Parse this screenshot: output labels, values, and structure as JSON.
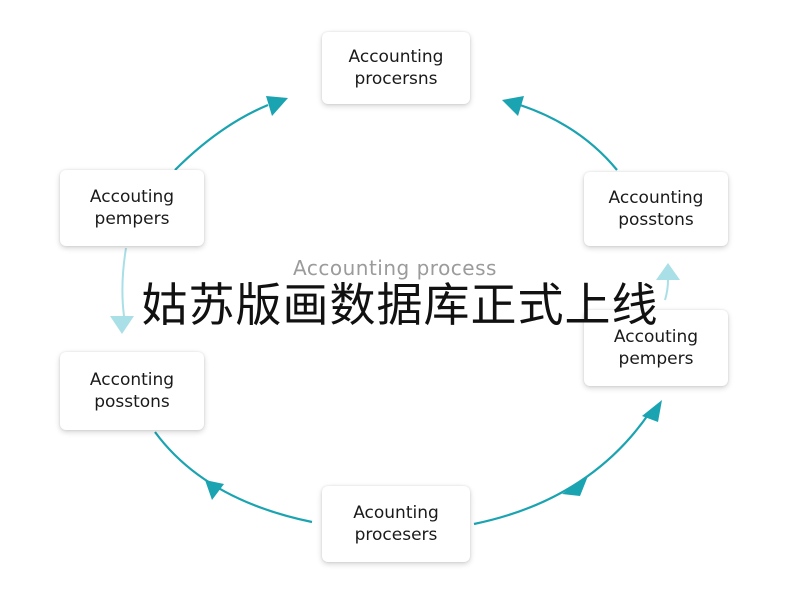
{
  "diagram": {
    "center_label": "Accounting process",
    "nodes": {
      "top": {
        "line1": "Accounting",
        "line2": "procersns"
      },
      "tr": {
        "line1": "Accounting",
        "line2": "posstons"
      },
      "tl": {
        "line1": "Accouting",
        "line2": "pempers"
      },
      "r": {
        "line1": "Accouting",
        "line2": "pempers"
      },
      "l": {
        "line1": "Acconting",
        "line2": "posstons"
      },
      "bottom": {
        "line1": "Acounting",
        "line2": "procesers"
      }
    },
    "arrow_color": "#1aa3b0",
    "arrow_faded_color": "#a9dfe6"
  },
  "watermark": "姑苏版画数据库正式上线"
}
